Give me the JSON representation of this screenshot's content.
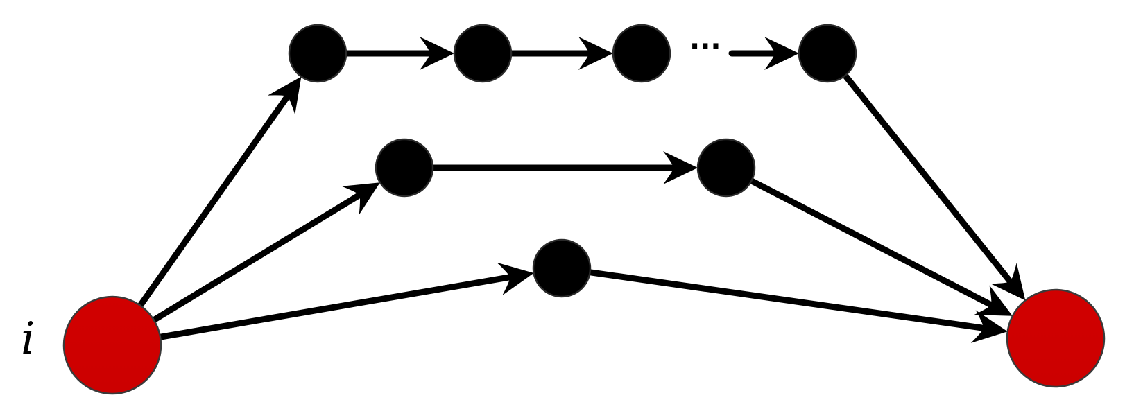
{
  "diagram": {
    "source_label": "i",
    "ellipsis": "···",
    "colors": {
      "edge": "#000000",
      "intermediate_node": "#000000",
      "endpoint_node": "#cc0000",
      "label": "#000000"
    },
    "nodes": [
      {
        "id": "source",
        "kind": "endpoint"
      },
      {
        "id": "target",
        "kind": "endpoint"
      },
      {
        "id": "p1a",
        "kind": "intermediate"
      },
      {
        "id": "p1b",
        "kind": "intermediate"
      },
      {
        "id": "p1c",
        "kind": "intermediate"
      },
      {
        "id": "p1d",
        "kind": "intermediate"
      },
      {
        "id": "p2a",
        "kind": "intermediate"
      },
      {
        "id": "p2b",
        "kind": "intermediate"
      },
      {
        "id": "p3a",
        "kind": "intermediate"
      }
    ],
    "edges": [
      {
        "from": "source",
        "to": "p1a"
      },
      {
        "from": "p1a",
        "to": "p1b"
      },
      {
        "from": "p1b",
        "to": "p1c"
      },
      {
        "from": "p1c",
        "to": "p1d",
        "gap": true
      },
      {
        "from": "p1d",
        "to": "target"
      },
      {
        "from": "source",
        "to": "p2a"
      },
      {
        "from": "p2a",
        "to": "p2b"
      },
      {
        "from": "p2b",
        "to": "target"
      },
      {
        "from": "source",
        "to": "p3a"
      },
      {
        "from": "p3a",
        "to": "target"
      }
    ]
  }
}
